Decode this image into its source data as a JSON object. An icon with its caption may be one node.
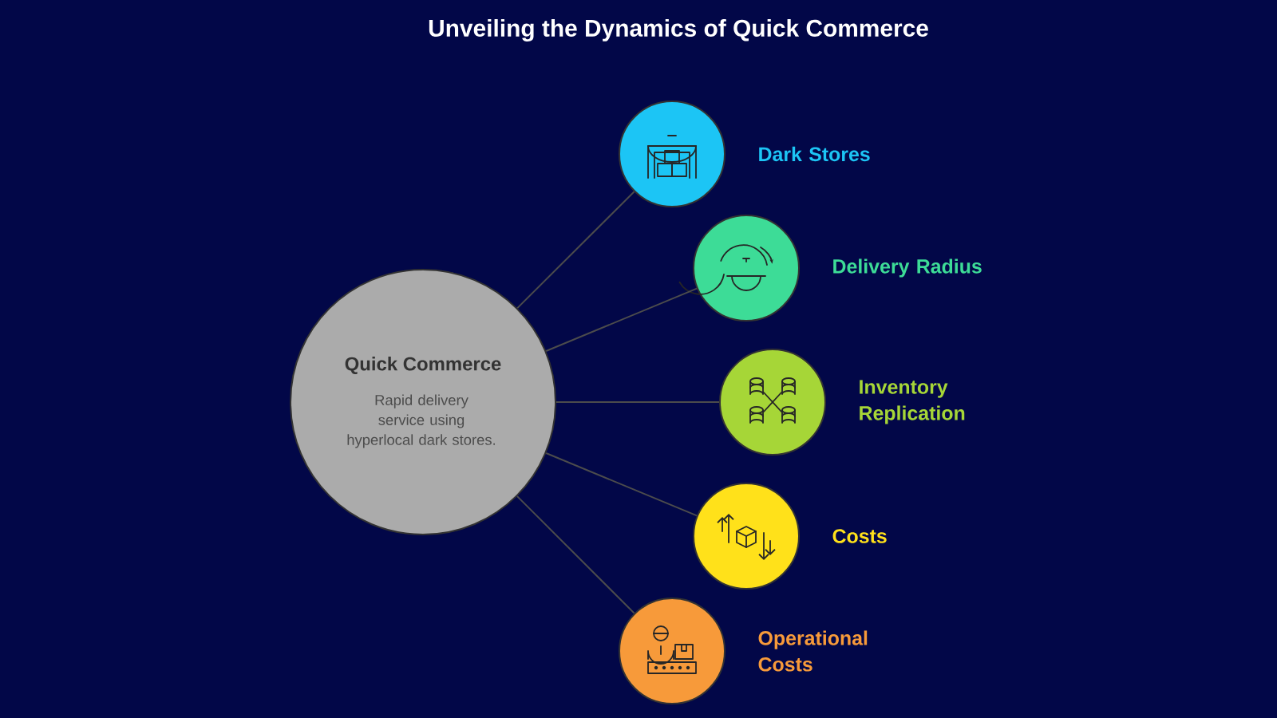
{
  "diagram": {
    "title": "Unveiling the Dynamics of Quick Commerce",
    "nodes": [
      {
        "text": [
          "Quick Commerce",
          "Rapid delivery service using hyperlocal dark stores."
        ]
      },
      {
        "text": [],
        "shape": "circle",
        "beside": [
          "Dark Stores"
        ]
      },
      {
        "text": [],
        "shape": "circle",
        "beside": [
          "Delivery Radius"
        ]
      },
      {
        "text": [],
        "shape": "circle",
        "beside": [
          "Inventory Replication"
        ]
      },
      {
        "text": [],
        "shape": "circle",
        "beside": [
          "Costs"
        ]
      },
      {
        "text": [],
        "shape": "circle",
        "beside": [
          "Operational Costs"
        ]
      }
    ],
    "edges": [
      {
        "from": 0,
        "to": 1,
        "arrow": "none"
      },
      {
        "from": 0,
        "to": 2,
        "arrow": "none"
      },
      {
        "from": 0,
        "to": 3,
        "arrow": "none"
      },
      {
        "from": 0,
        "to": 4,
        "arrow": "none"
      },
      {
        "from": 0,
        "to": 5,
        "arrow": "none"
      }
    ]
  }
}
